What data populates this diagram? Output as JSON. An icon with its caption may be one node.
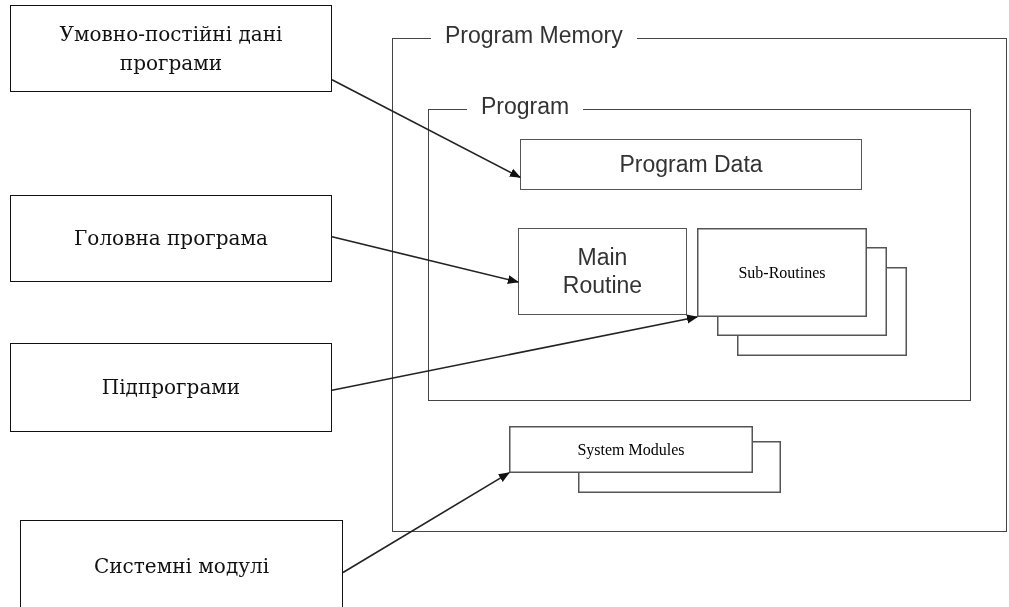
{
  "diagram": {
    "nodes": [
      {
        "text": [
          "Умовно-постійні дані програми"
        ]
      },
      {
        "text": [
          "Головна програма"
        ]
      },
      {
        "text": [
          "Підпрограми"
        ]
      },
      {
        "text": [
          "Системні модулі"
        ]
      },
      {
        "text": [
          "Program Memory"
        ]
      },
      {
        "text": [
          "Program"
        ],
        "in": 4
      },
      {
        "text": [
          "Program Data"
        ],
        "in": 5
      },
      {
        "text": [
          "Main Routine"
        ],
        "in": 5
      },
      {
        "text": [
          "Sub-Routines"
        ],
        "in": 5
      },
      {
        "text": [
          "System Modules"
        ],
        "in": 4
      }
    ],
    "edges": [
      {
        "from": 0,
        "to": 6,
        "arrow": "to"
      },
      {
        "from": 1,
        "to": 7,
        "arrow": "to"
      },
      {
        "from": 2,
        "to": 8,
        "arrow": "to"
      },
      {
        "from": 3,
        "to": 9,
        "arrow": "to"
      }
    ]
  }
}
